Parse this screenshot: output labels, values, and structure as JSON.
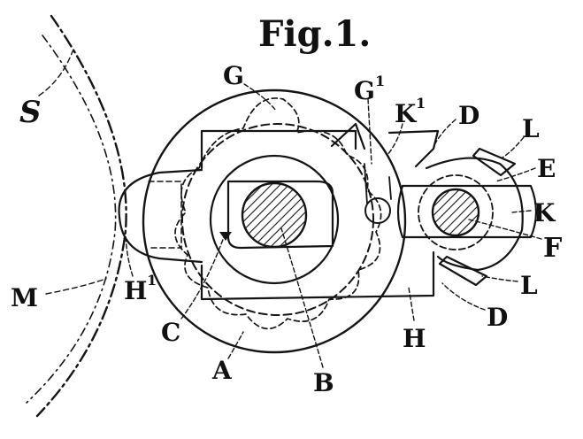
{
  "figure": {
    "title": "Fig.1.",
    "labels": {
      "S": "S",
      "G": "G",
      "G1": "G",
      "G1_sup": "1",
      "K1": "K",
      "K1_sup": "1",
      "D_top": "D",
      "L_top": "L",
      "E": "E",
      "K": "K",
      "F": "F",
      "L_bottom": "L",
      "D_bottom": "D",
      "H": "H",
      "H1": "H",
      "H1_sup": "1",
      "M": "M",
      "C": "C",
      "A": "A",
      "B": "B"
    },
    "ink_color": "#141414",
    "background": "#ffffff"
  }
}
